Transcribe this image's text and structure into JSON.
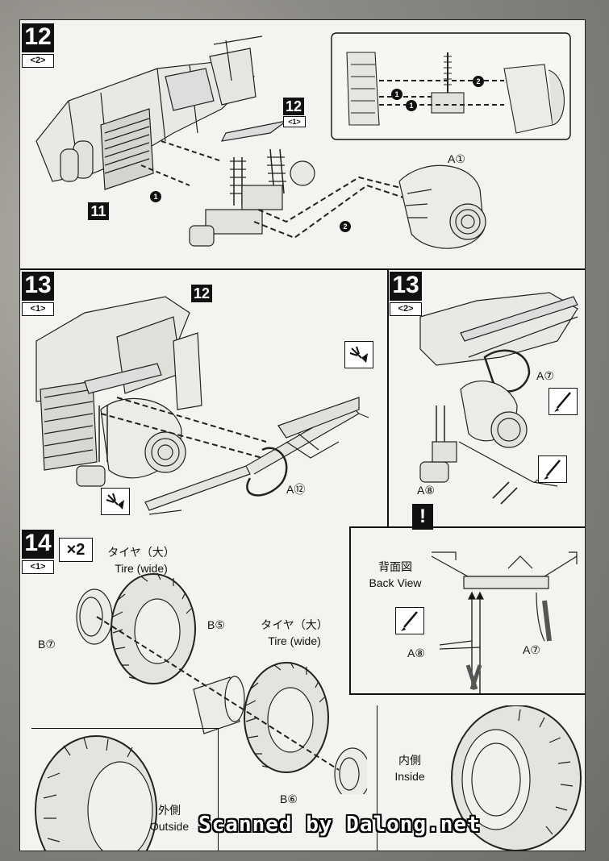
{
  "step12": {
    "number": "12",
    "sub": "<2>",
    "ref_number": "12",
    "ref_sub": "<1>",
    "prev_step": "11",
    "part_label": "A①",
    "arrow1": "❶",
    "arrow2": "❷"
  },
  "step13a": {
    "number": "13",
    "sub": "<1>",
    "ref_number": "12",
    "part_label": "A⑫"
  },
  "step13b": {
    "number": "13",
    "sub": "<2>",
    "part_a7": "A⑦",
    "part_a8": "A⑧"
  },
  "back_view": {
    "jp": "背面図",
    "en": "Back View",
    "part_a8": "A⑧",
    "part_a7": "A⑦"
  },
  "step14": {
    "number": "14",
    "sub": "<1>",
    "multiplier": "×2",
    "tire1_jp": "タイヤ（大）",
    "tire1_en": "Tire (wide)",
    "tire2_jp": "タイヤ（大）",
    "tire2_en": "Tire (wide)",
    "part_b7": "B⑦",
    "part_b5": "B⑤",
    "part_b6": "B⑥"
  },
  "outside": {
    "jp": "外側",
    "en": "Outside"
  },
  "inside": {
    "jp": "内側",
    "en": "Inside"
  },
  "credit": "Scanned by Dalong.net",
  "icons": [
    "pointer-icon",
    "brush-icon",
    "warning-icon"
  ]
}
